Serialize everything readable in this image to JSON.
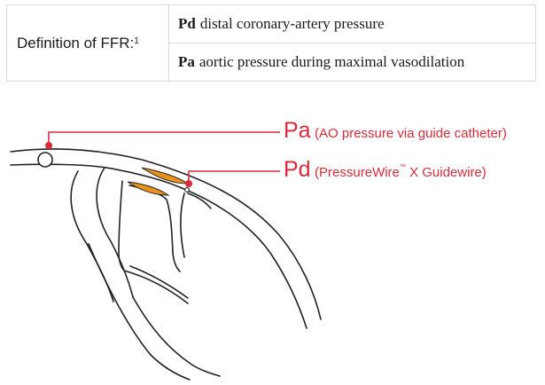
{
  "definition": {
    "label": "Definition of FFR:",
    "footnote": "1",
    "rows": [
      {
        "term": "Pd",
        "text": "distal coronary-artery pressure"
      },
      {
        "term": "Pa",
        "text": "aortic pressure during maximal vasodilation"
      }
    ]
  },
  "callouts": {
    "pa": {
      "abbr": "Pa",
      "desc": "(AO pressure via guide catheter)"
    },
    "pd": {
      "abbr": "Pd",
      "desc_pre": "(PressureWire",
      "trademark": "™",
      "desc_post": " X Guidewire)"
    }
  },
  "colors": {
    "accent_red": "#d92b3a",
    "lesion_orange": "#e8931e",
    "vessel_line": "#222222",
    "table_border": "#d9d9d9"
  }
}
